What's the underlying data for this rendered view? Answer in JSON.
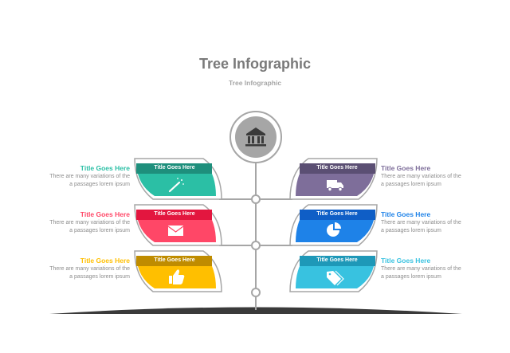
{
  "header": {
    "title": "Tree Infographic",
    "subtitle": "Tree Infographic"
  },
  "root": {
    "icon": "bank-icon",
    "fill": "#a6a6a6"
  },
  "branches": [
    {
      "side": "left",
      "banner": "Title Goes Here",
      "title": "Title Goes Here",
      "desc_line1": "There are many variations of the",
      "desc_line2": "a passages lorem ipsum",
      "color": "#2bbfa5",
      "dark": "#1e8f7c",
      "icon": "magic-wand-icon"
    },
    {
      "side": "right",
      "banner": "Title Goes Here",
      "title": "Title Goes Here",
      "desc_line1": "There are many variations of the",
      "desc_line2": "a passages lorem ipsum",
      "color": "#7e6e9a",
      "dark": "#5b4f73",
      "icon": "delivery-truck-icon"
    },
    {
      "side": "left",
      "banner": "Title Goes Here",
      "title": "Title Goes Here",
      "desc_line1": "There are many variations of the",
      "desc_line2": "a passages lorem ipsum",
      "color": "#ff4767",
      "dark": "#e3163f",
      "icon": "envelope-icon"
    },
    {
      "side": "right",
      "banner": "Title Goes Here",
      "title": "Title Goes Here",
      "desc_line1": "There are many variations of the",
      "desc_line2": "a passages lorem ipsum",
      "color": "#1e82e8",
      "dark": "#0f5ec6",
      "icon": "pie-chart-icon"
    },
    {
      "side": "left",
      "banner": "Title Goes Here",
      "title": "Title Goes Here",
      "desc_line1": "There are many variations of the",
      "desc_line2": "a passages lorem ipsum",
      "color": "#ffbf00",
      "dark": "#bf8c00",
      "icon": "thumbs-up-icon"
    },
    {
      "side": "right",
      "banner": "Title Goes Here",
      "title": "Title Goes Here",
      "desc_line1": "There are many variations of the",
      "desc_line2": "a passages lorem ipsum",
      "color": "#38c2e0",
      "dark": "#1e98b8",
      "icon": "price-tag-icon"
    }
  ]
}
